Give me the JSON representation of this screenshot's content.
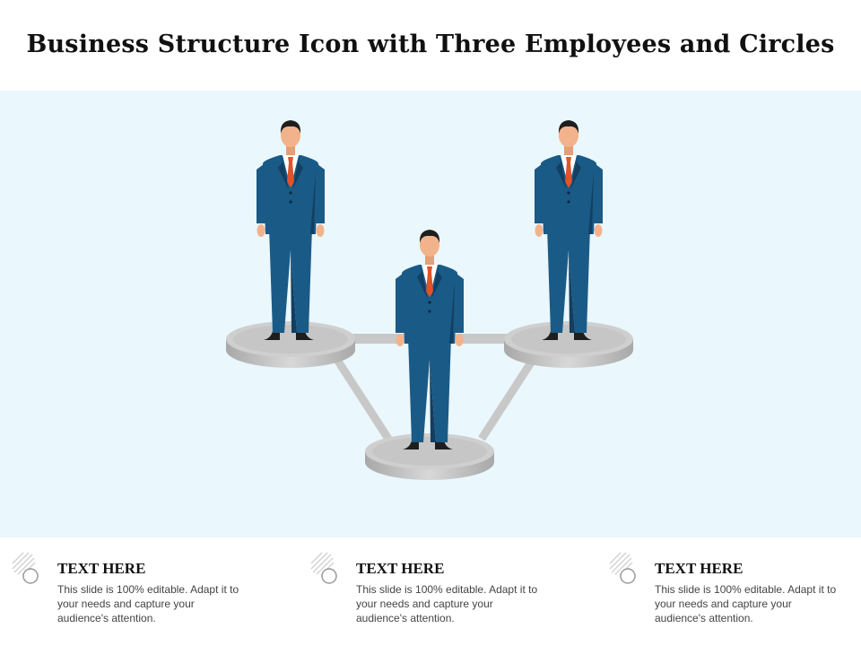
{
  "title": "Business Structure Icon with Three Employees and Circles",
  "colors": {
    "background": "#eaf7fc",
    "suit": "#1a5a87",
    "suit_shadow": "#123f62",
    "tie": "#e0542b",
    "skin": "#f2b38c",
    "hair": "#1e1e1e",
    "platform": "#c4c4c4",
    "platform_top": "#d4d4d4",
    "connector": "#c8c8c8"
  },
  "cards": [
    {
      "heading": "TEXT HERE",
      "body": "This slide is 100% editable. Adapt it to your needs and capture your audience's attention.",
      "icon": "circle-hatch-icon"
    },
    {
      "heading": "TEXT HERE",
      "body": "This slide is 100% editable. Adapt it to your needs and capture your audience's attention.",
      "icon": "circle-hatch-icon"
    },
    {
      "heading": "TEXT HERE",
      "body": "This slide is 100% editable. Adapt it to your needs and capture your audience's attention.",
      "icon": "circle-hatch-icon"
    }
  ]
}
